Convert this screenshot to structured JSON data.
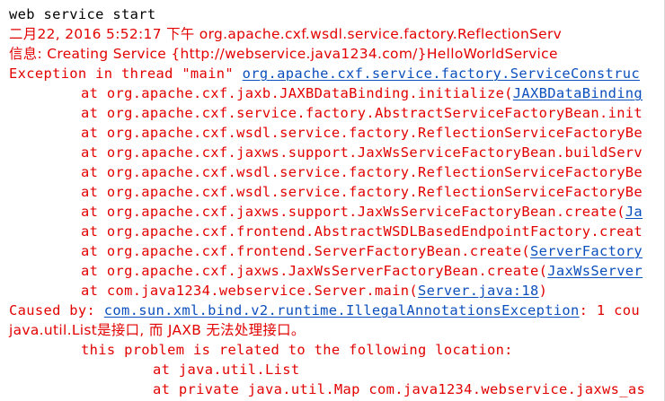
{
  "console": {
    "start_line": "web service start",
    "log_time": "二月22, 2016 5:52:17 下午 org.apache.cxf.wsdl.service.factory.ReflectionServ",
    "info_line": "信息: Creating Service {http://webservice.java1234.com/}HelloWorldService",
    "exception_prefix": "Exception in thread \"main\" ",
    "exception_link": "org.apache.cxf.service.factory.ServiceConstruc",
    "stack": [
      {
        "text": "at org.apache.cxf.jaxb.JAXBDataBinding.initialize(",
        "link": "JAXBDataBinding"
      },
      {
        "text": "at org.apache.cxf.service.factory.AbstractServiceFactoryBean.init",
        "link": ""
      },
      {
        "text": "at org.apache.cxf.wsdl.service.factory.ReflectionServiceFactoryBe",
        "link": ""
      },
      {
        "text": "at org.apache.cxf.jaxws.support.JaxWsServiceFactoryBean.buildServ",
        "link": ""
      },
      {
        "text": "at org.apache.cxf.wsdl.service.factory.ReflectionServiceFactoryBe",
        "link": ""
      },
      {
        "text": "at org.apache.cxf.wsdl.service.factory.ReflectionServiceFactoryBe",
        "link": ""
      },
      {
        "text": "at org.apache.cxf.jaxws.support.JaxWsServiceFactoryBean.create(",
        "link": "Ja"
      },
      {
        "text": "at org.apache.cxf.frontend.AbstractWSDLBasedEndpointFactory.creat",
        "link": ""
      },
      {
        "text": "at org.apache.cxf.frontend.ServerFactoryBean.create(",
        "link": "ServerFactory"
      },
      {
        "text": "at org.apache.cxf.jaxws.JaxWsServerFactoryBean.create(",
        "link": "JaxWsServer"
      },
      {
        "text": "at com.java1234.webservice.Server.main(",
        "link": "Server.java:18",
        "suffix": ")"
      }
    ],
    "caused_by_prefix": "Caused by: ",
    "caused_by_link": "com.sun.xml.bind.v2.runtime.IllegalAnnotationsException",
    "caused_by_suffix": ": 1 cou",
    "interface_error": "java.util.List是接口, 而 JAXB 无法处理接口。",
    "problem_line": "this problem is related to the following location:",
    "location_1": "at java.util.List",
    "location_2": "at private java.util.Map com.java1234.webservice.jaxws_as"
  }
}
